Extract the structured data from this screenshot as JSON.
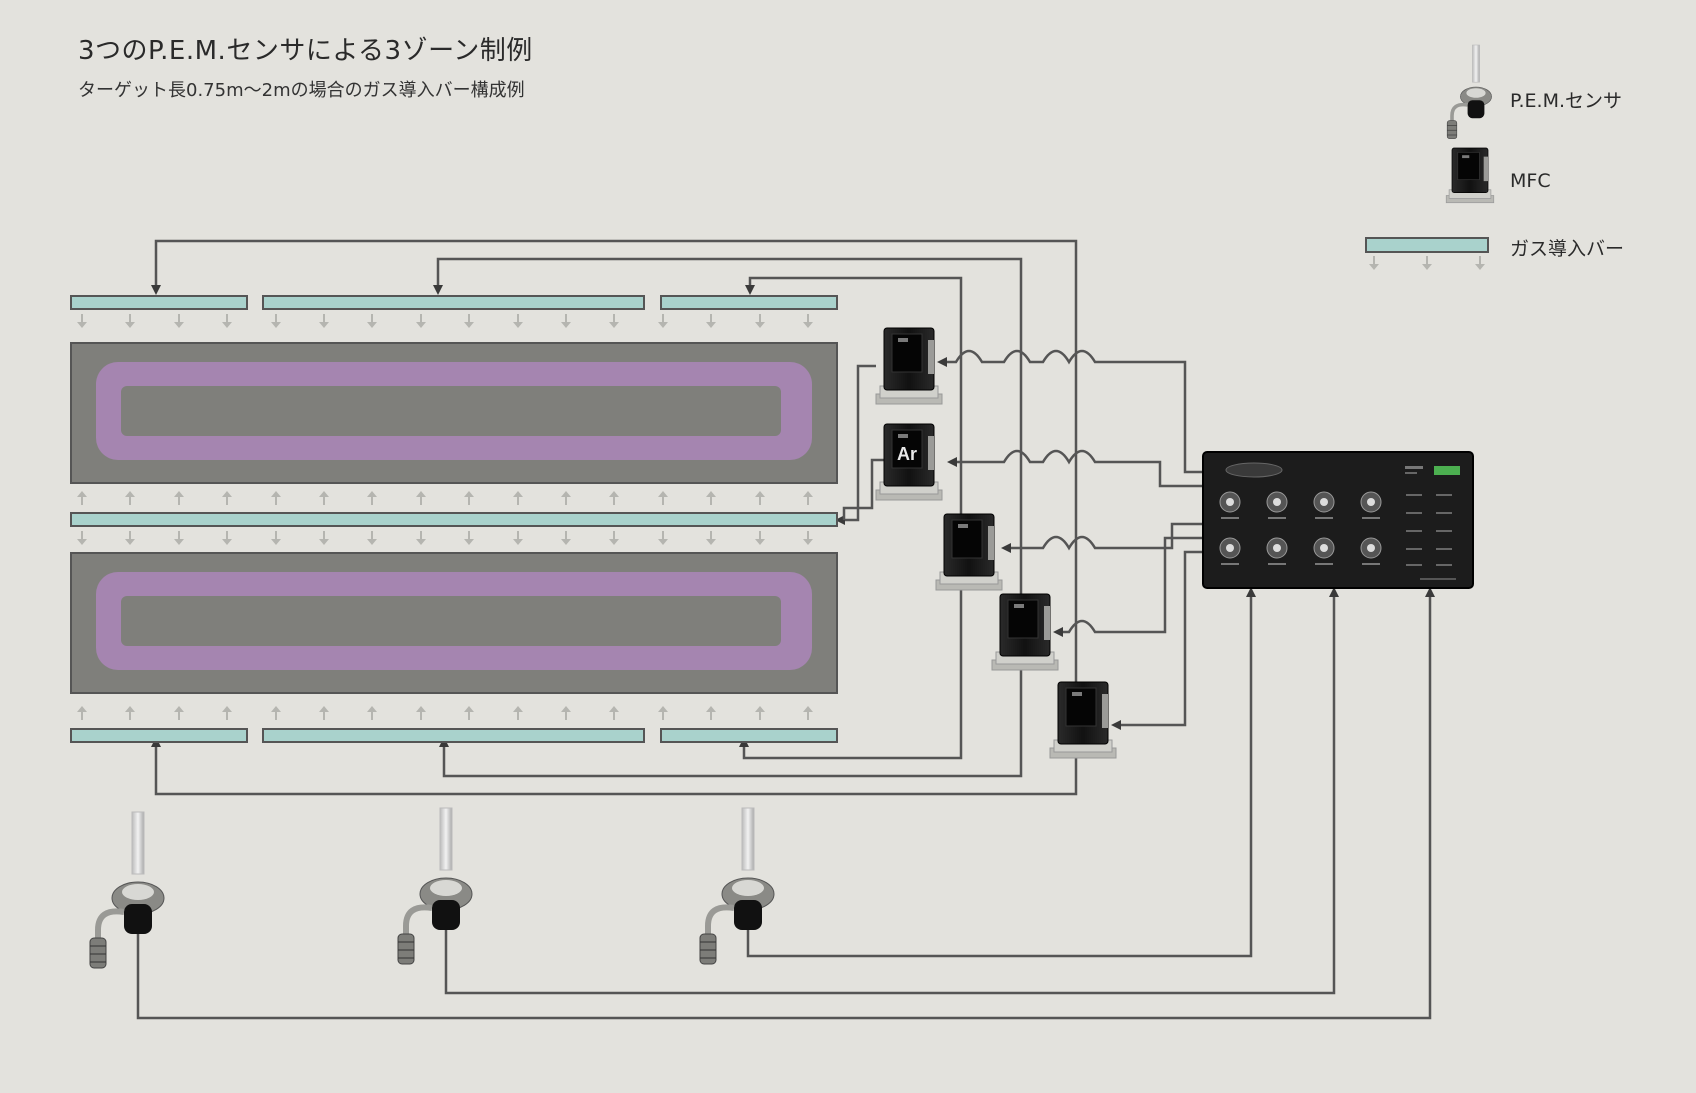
{
  "header": {
    "title": "3つのP.E.M.センサによる3ゾーン制例",
    "subtitle": "ターゲット長0.75m〜2mの場合のガス導入バー構成例"
  },
  "legend": {
    "sensor_label": "P.E.M.センサ",
    "mfc_label": "MFC",
    "bar_label": "ガス導入バー"
  },
  "mfc_gas_label": "Ar",
  "colors": {
    "background": "#e3e2dd",
    "bar_fill": "#a9d2cc",
    "plasma": "#a585b0",
    "target": "#7f7f7b",
    "pipe": "#555555",
    "controller": "#1c1c1c",
    "controller_display": "#4caf50"
  },
  "icons": [
    "pem-sensor-icon",
    "mfc-icon",
    "gas-bar-icon",
    "controller-icon",
    "target-icon"
  ]
}
